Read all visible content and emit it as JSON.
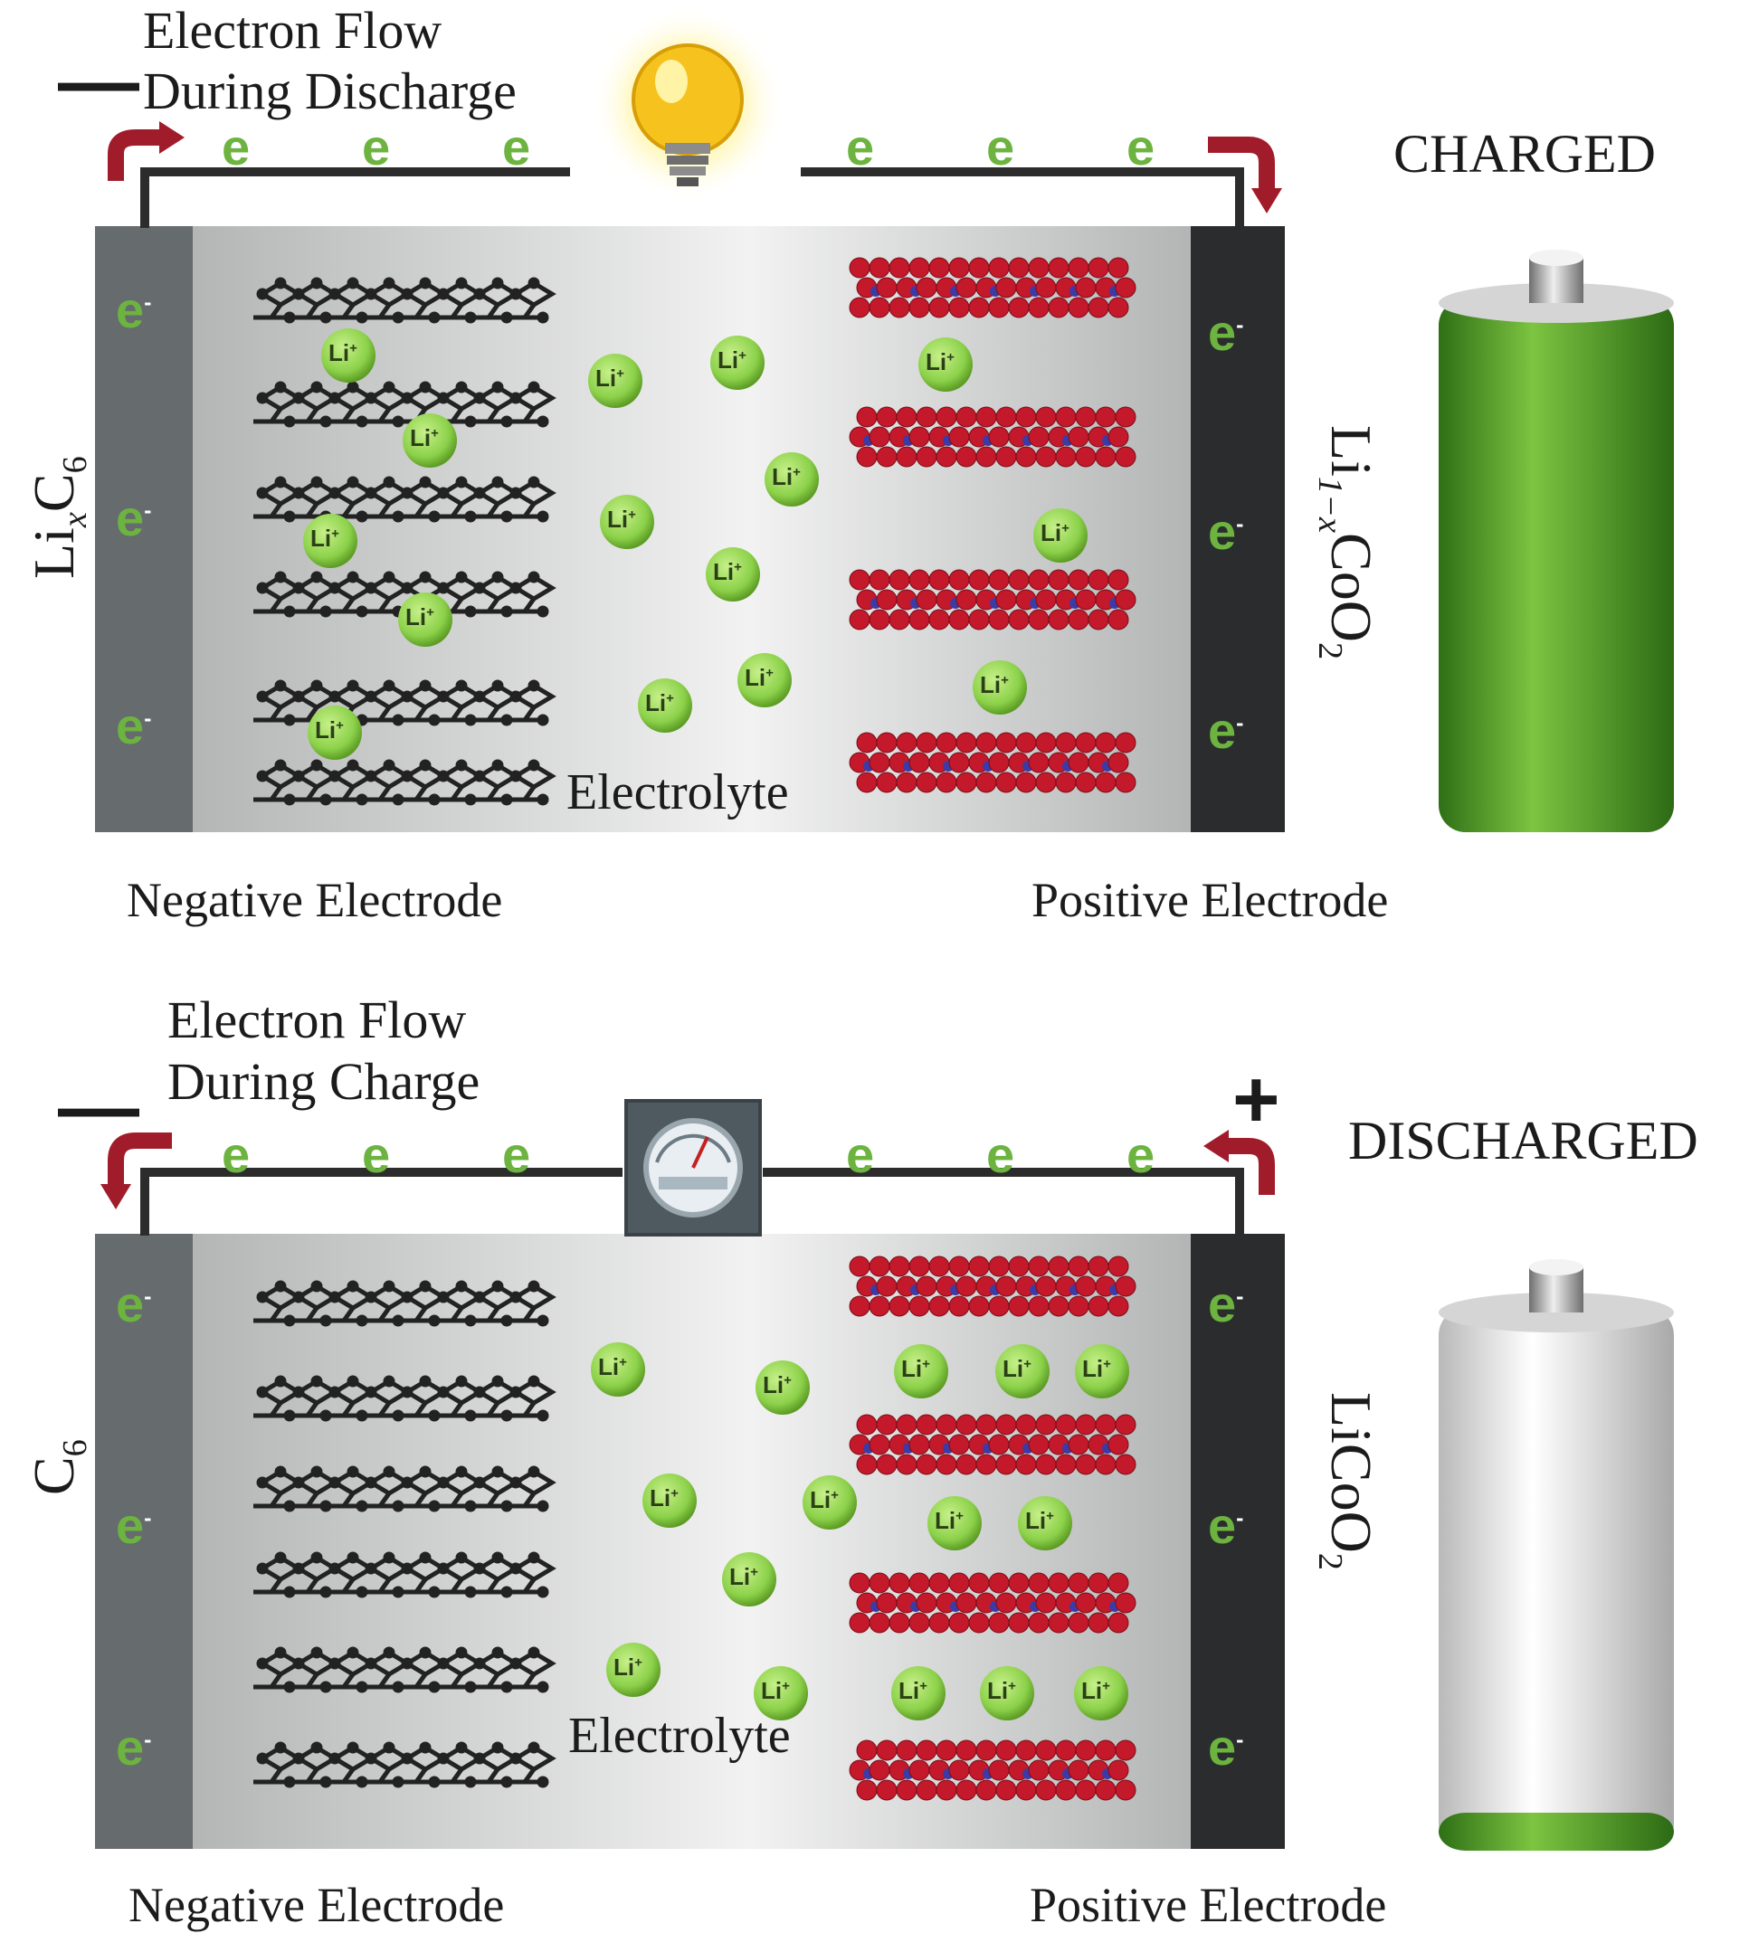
{
  "colors": {
    "cell_gray": "#bfc0c0",
    "negative_collector": "#666b6e",
    "positive_collector": "#2a2c2d",
    "wire": "#2c2c2c",
    "electron_text": "#6cb33f",
    "lithium_ion": "#8cd14a",
    "graphite": "#222222",
    "cobalt_oxide_red": "#c4182b",
    "cobalt_oxide_blue": "#3b3ba8",
    "arrow": "#a11c2a",
    "battery_green": "#5ea62b"
  },
  "icons": {
    "load_top": "light-bulb-icon",
    "source_bottom": "power-meter-icon",
    "charge_indicator": "battery-icon",
    "flow_arrow": "curved-arrow-icon"
  },
  "top": {
    "title_line1": "Electron Flow",
    "title_line2": "During Discharge",
    "minus": "—",
    "state": "CHARGED",
    "electrolyte": "Electrolyte",
    "negative": "Negative Electrode",
    "positive": "Positive Electrode",
    "electron": "e",
    "electron_sup": "-",
    "ion": "Li",
    "ion_sup": "+",
    "neg_chem": {
      "a": "Li",
      "b": "x",
      "c": "C",
      "d": "6"
    },
    "pos_chem": {
      "a": "Li",
      "b": "1−x",
      "c": "CoO",
      "d": "2"
    },
    "battery_level": 1.0
  },
  "bottom": {
    "title_line1": "Electron Flow",
    "title_line2": "During Charge",
    "minus": "—",
    "plus": "+",
    "state": "DISCHARGED",
    "electrolyte": "Electrolyte",
    "negative": "Negative Electrode",
    "positive": "Positive Electrode",
    "electron": "e",
    "electron_sup": "-",
    "ion": "Li",
    "ion_sup": "+",
    "neg_chem": {
      "a": "C",
      "b": "6"
    },
    "pos_chem": {
      "a": "LiCoO",
      "b": "2"
    },
    "battery_level": 0.07
  }
}
